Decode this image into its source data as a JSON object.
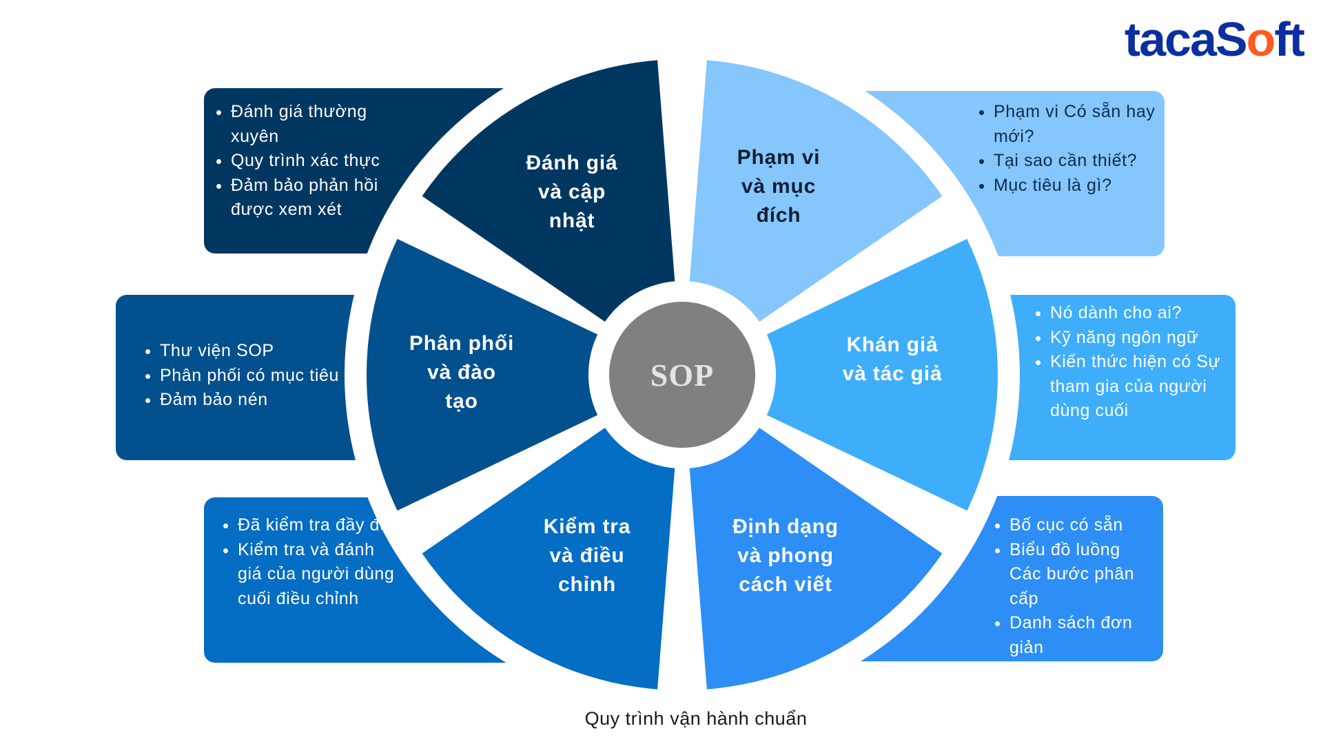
{
  "logo": {
    "text_before": "tacaS",
    "text_mid": "o",
    "text_after": "ft"
  },
  "center": {
    "label": "SOP"
  },
  "caption": "Quy trình vận hành chuẩn",
  "colors": {
    "seg_review": "#003761",
    "seg_scope": "#85c6fd",
    "seg_audience": "#3eaefb",
    "seg_format": "#2d8ef6",
    "seg_test": "#046dc4",
    "seg_distribution": "#03508e",
    "center": "#808080"
  },
  "segments": [
    {
      "id": "review",
      "label_lines": [
        "Đánh giá",
        "và cập",
        "nhật"
      ],
      "bullets": [
        "Đánh giá thường xuyên",
        "Quy trình xác thực",
        "Đảm bảo phản hồi được xem xét"
      ]
    },
    {
      "id": "scope",
      "label_lines": [
        "Phạm vi",
        "và mục",
        "đích"
      ],
      "bullets": [
        "Phạm vi Có sẵn hay mới?",
        "Tại sao cần thiết?",
        "Mục tiêu là gì?"
      ]
    },
    {
      "id": "audience",
      "label_lines": [
        "Khán giả",
        "và tác giả"
      ],
      "bullets": [
        "Nó dành cho ai?",
        "Kỹ năng ngôn ngữ",
        "Kiến thức hiện có Sự tham gia của người dùng cuối"
      ]
    },
    {
      "id": "format",
      "label_lines": [
        "Định dạng",
        "và phong",
        "cách viết"
      ],
      "bullets": [
        "Bố cục có sẵn",
        "Biểu đồ luồng Các bước phân cấp",
        "Danh sách đơn giản"
      ]
    },
    {
      "id": "test",
      "label_lines": [
        "Kiểm tra",
        "và điều",
        "chỉnh"
      ],
      "bullets": [
        "Đã kiểm tra đầy đủ",
        "Kiểm tra và đánh giá của người dùng cuối điều chỉnh"
      ]
    },
    {
      "id": "distribution",
      "label_lines": [
        "Phân phối",
        "và đào",
        "tạo"
      ],
      "bullets": [
        "Thư viện SOP",
        "Phân phối có mục tiêu",
        "Đảm bảo nén"
      ]
    }
  ]
}
